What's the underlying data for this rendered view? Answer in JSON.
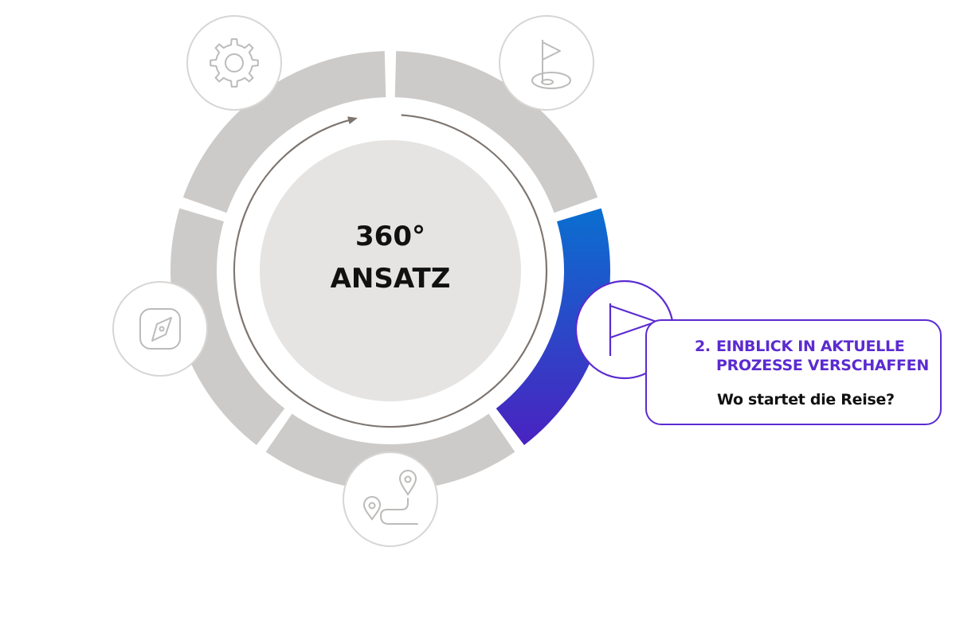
{
  "center": {
    "line1": "360°",
    "line2": "ANSATZ"
  },
  "segments": [
    {
      "id": "settings",
      "icon": "gear-icon",
      "active": false
    },
    {
      "id": "goal",
      "icon": "golf-flag-icon",
      "active": false
    },
    {
      "id": "insight",
      "icon": "flag-icon",
      "active": true
    },
    {
      "id": "route",
      "icon": "route-pins-icon",
      "active": false
    },
    {
      "id": "orientation",
      "icon": "compass-icon",
      "active": false
    }
  ],
  "callout": {
    "number": "2.",
    "title_line1": "EINBLICK IN AKTUELLE",
    "title_line2": "PROZESSE VERSCHAFFEN",
    "subtitle": "Wo startet die Reise?"
  },
  "colors": {
    "ring_inactive": "#cdcbc9",
    "ring_active_start": "#0a6fd0",
    "ring_active_end": "#4a22c0",
    "accent": "#5b2bd0",
    "center_fill": "#e5e4e3",
    "icon_stroke": "#bdbbb9",
    "arrow": "#7d7570"
  }
}
